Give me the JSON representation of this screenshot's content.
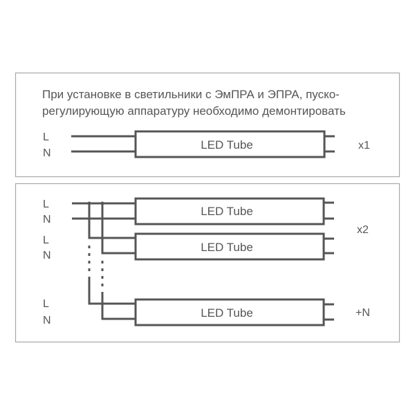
{
  "panel_single": {
    "note_line1": "При установке в светильники с ЭмПРА и ЭПРА, пуско-",
    "note_line2": "регулирующую аппаратуру необходимо демонтировать",
    "label_l": "L",
    "label_n": "N",
    "tube_label": "LED Tube",
    "multiplier": "x1"
  },
  "panel_multi": {
    "groups": [
      {
        "label_l": "L",
        "label_n": "N",
        "tube_label": "LED Tube"
      },
      {
        "label_l": "L",
        "label_n": "N",
        "tube_label": "LED Tube"
      },
      {
        "label_l": "L",
        "label_n": "N",
        "tube_label": "LED Tube"
      }
    ],
    "multiplier_top": "x2",
    "multiplier_bottom": "+N"
  },
  "colors": {
    "line": "#555555",
    "border": "#a8a8a8"
  }
}
